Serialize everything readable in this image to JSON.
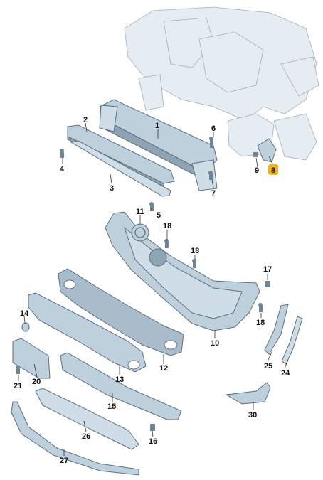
{
  "callouts": [
    {
      "id": "1",
      "highlighted": false
    },
    {
      "id": "2",
      "highlighted": false
    },
    {
      "id": "3",
      "highlighted": false
    },
    {
      "id": "4",
      "highlighted": false
    },
    {
      "id": "5",
      "highlighted": false
    },
    {
      "id": "6",
      "highlighted": false
    },
    {
      "id": "7",
      "highlighted": false
    },
    {
      "id": "8",
      "highlighted": true
    },
    {
      "id": "9",
      "highlighted": false
    },
    {
      "id": "10",
      "highlighted": false
    },
    {
      "id": "11",
      "highlighted": false
    },
    {
      "id": "12",
      "highlighted": false
    },
    {
      "id": "13",
      "highlighted": false
    },
    {
      "id": "14",
      "highlighted": false
    },
    {
      "id": "15",
      "highlighted": false
    },
    {
      "id": "16",
      "highlighted": false
    },
    {
      "id": "17",
      "highlighted": false
    },
    {
      "id": "18a",
      "label": "18",
      "highlighted": false
    },
    {
      "id": "18b",
      "label": "18",
      "highlighted": false
    },
    {
      "id": "18c",
      "label": "18",
      "highlighted": false
    },
    {
      "id": "20",
      "highlighted": false
    },
    {
      "id": "21",
      "highlighted": false
    },
    {
      "id": "24",
      "highlighted": false
    },
    {
      "id": "25",
      "highlighted": false
    },
    {
      "id": "26",
      "highlighted": false
    },
    {
      "id": "27",
      "highlighted": false
    },
    {
      "id": "30",
      "highlighted": false
    }
  ],
  "colors": {
    "highlight": "#f2b21a",
    "part": "#bfd0dd",
    "outline": "#5b6f80"
  }
}
